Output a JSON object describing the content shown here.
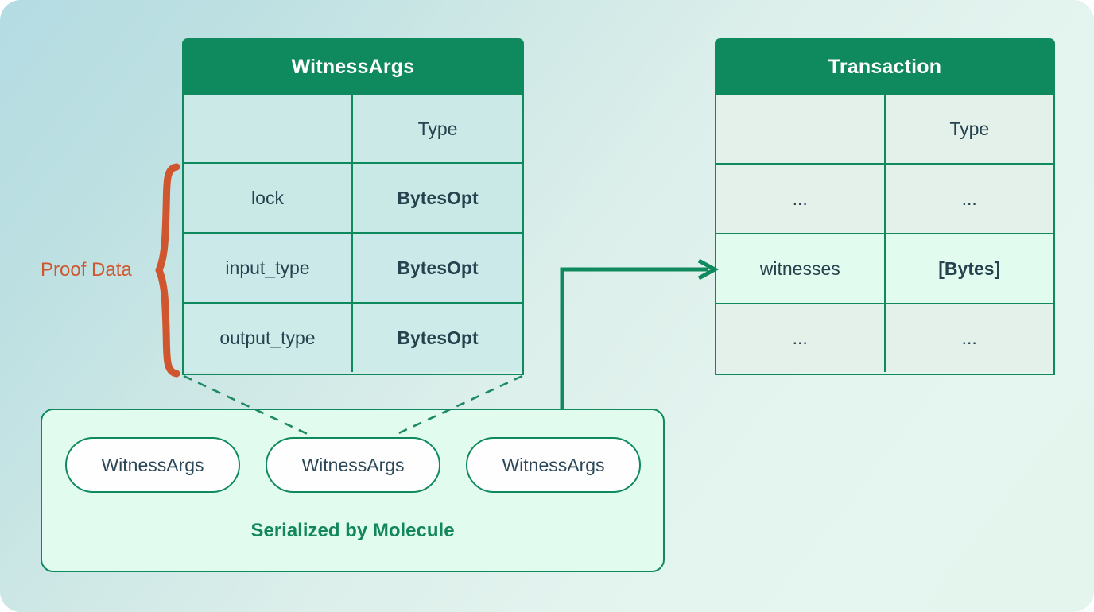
{
  "background": {
    "gradient_from": "#b4dce3",
    "gradient_to": "#e4f5ee"
  },
  "colors": {
    "header_green": "#0e8a5e",
    "border_green": "#0e8a5e",
    "accent_orange": "#cf562f",
    "text_slate": "#27424f",
    "highlight_row": "#e1fbef",
    "pill_fill": "#fdfefd",
    "molecule_fill": "#e1fbef"
  },
  "witnessargs_table": {
    "title": "WitnessArgs",
    "columns": [
      "",
      "Type"
    ],
    "rows": [
      {
        "name": "",
        "type": "Type",
        "is_header_row": true
      },
      {
        "name": "lock",
        "type": "BytesOpt",
        "is_header_row": false
      },
      {
        "name": "input_type",
        "type": "BytesOpt",
        "is_header_row": false
      },
      {
        "name": "output_type",
        "type": "BytesOpt",
        "is_header_row": false
      }
    ]
  },
  "transaction_table": {
    "title": "Transaction",
    "columns": [
      "",
      "Type"
    ],
    "rows": [
      {
        "name": "",
        "type": "Type",
        "highlight": false
      },
      {
        "name": "...",
        "type": "...",
        "highlight": false
      },
      {
        "name": "witnesses",
        "type": "[Bytes]",
        "highlight": true
      },
      {
        "name": "...",
        "type": "...",
        "highlight": false
      }
    ]
  },
  "annotation": {
    "proof_data_label": "Proof Data"
  },
  "molecule_box": {
    "caption": "Serialized by Molecule",
    "pills": [
      {
        "label": "WitnessArgs"
      },
      {
        "label": "WitnessArgs"
      },
      {
        "label": "WitnessArgs"
      }
    ]
  }
}
